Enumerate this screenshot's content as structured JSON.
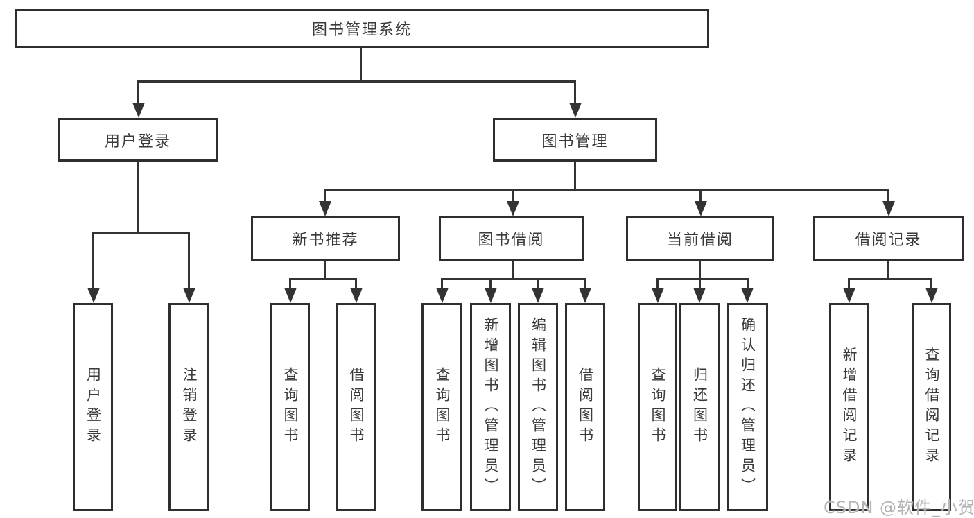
{
  "diagram_type": "hierarchy-tree",
  "colors": {
    "line": "#333333",
    "border": "#2e2e2e",
    "text": "#3a3a3a",
    "background": "#ffffff",
    "watermark_text_color": "#b3b3b3"
  },
  "tree": {
    "label": "图书管理系统",
    "children": [
      {
        "label": "用户登录",
        "children": [
          {
            "label": "用户登录"
          },
          {
            "label": "注销登录"
          }
        ]
      },
      {
        "label": "图书管理",
        "children": [
          {
            "label": "新书推荐",
            "children": [
              {
                "label": "查询图书"
              },
              {
                "label": "借阅图书"
              }
            ]
          },
          {
            "label": "图书借阅",
            "children": [
              {
                "label": "查询图书"
              },
              {
                "label": "新增图书（管理员）"
              },
              {
                "label": "编辑图书（管理员）"
              },
              {
                "label": "借阅图书"
              }
            ]
          },
          {
            "label": "当前借阅",
            "children": [
              {
                "label": "查询图书"
              },
              {
                "label": "归还图书"
              },
              {
                "label": "确认归还（管理员）"
              }
            ]
          },
          {
            "label": "借阅记录",
            "children": [
              {
                "label": "新增借阅记录"
              },
              {
                "label": "查询借阅记录"
              }
            ]
          }
        ]
      }
    ]
  },
  "watermark": {
    "text": "CSDN @软件_小贺同学"
  }
}
